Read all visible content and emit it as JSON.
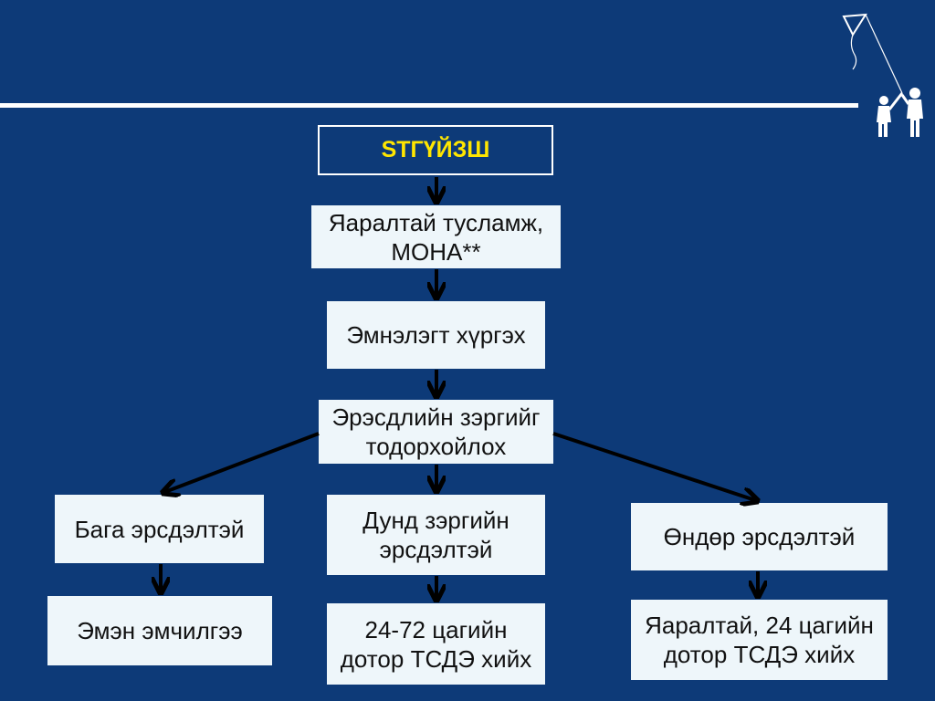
{
  "title": "STГҮЙЗШ",
  "nodes": {
    "emergency": [
      "Яаралтай тусламж,",
      "МОНА**"
    ],
    "hospital": [
      "Эмнэлэгт хүргэх"
    ],
    "risk_assess": [
      "Эрэсдлийн зэргийг",
      "тодорхойлох"
    ],
    "low_risk": [
      "Бага эрсдэлтэй"
    ],
    "mid_risk": [
      "Дунд зэргийн",
      "эрсдэлтэй"
    ],
    "high_risk": [
      "Өндөр эрсдэлтэй"
    ],
    "low_action": [
      "Эмэн эмчилгээ"
    ],
    "mid_action": [
      "24-72 цагийн",
      "дотор ТСДЭ хийх"
    ],
    "high_action": [
      "Яаралтай, 24 цагийн",
      "дотор ТСДЭ хийх"
    ]
  },
  "colors": {
    "background": "#0d3a78",
    "box_fill": "#eef6fa",
    "title_text": "#ffe600",
    "arrow": "#000000"
  },
  "logo_icon": "kite-children-icon"
}
